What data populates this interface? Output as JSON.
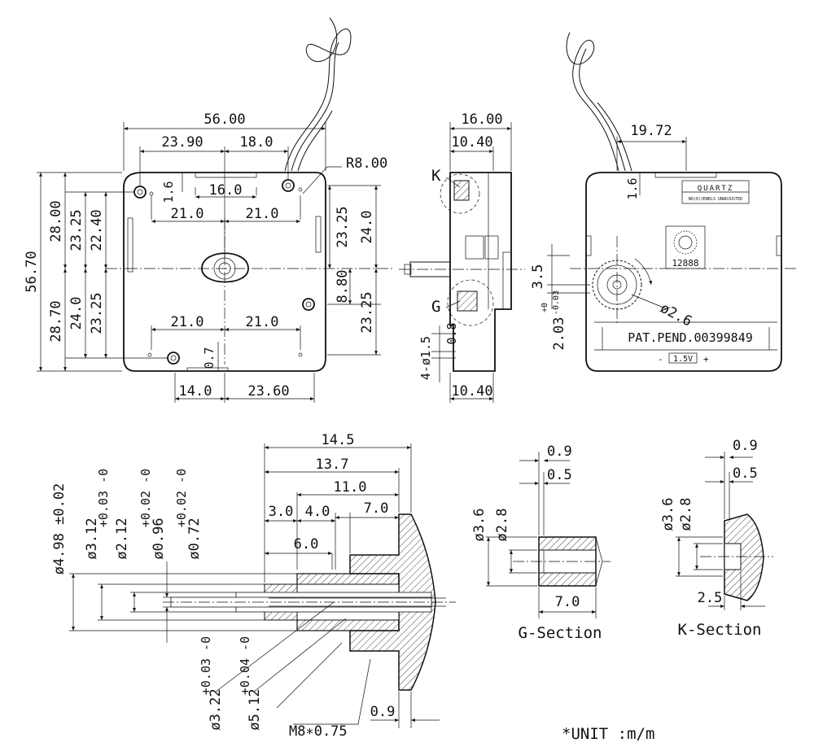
{
  "front_view": {
    "width_total": "56.00",
    "width_left": "23.90",
    "width_right": "18.0",
    "r8": "R8.00",
    "d16": "16.0",
    "d1_6": "1.6",
    "d21_tl": "21.0",
    "d21_tr": "21.0",
    "d21_bl": "21.0",
    "d21_br": "21.0",
    "h_total": "56.70",
    "h_upper": "28.00",
    "h_lower": "28.70",
    "h_2325_l1": "23.25",
    "h_2240": "22.40",
    "h_240_l": "24.0",
    "h_2325_l2": "23.25",
    "h_2325_r1": "23.25",
    "h_240_r": "24.0",
    "h_880": "8.80",
    "h_2325_r2": "23.25",
    "d0_7": "0.7",
    "b14": "14.0",
    "b2360": "23.60"
  },
  "side_view": {
    "w16": "16.00",
    "w1040_top": "10.40",
    "w1040_bot": "10.40",
    "label_k": "K",
    "label_g": "G",
    "d0_8": "0.8",
    "d_holes": "4-ø1.5"
  },
  "back_view": {
    "w1972": "19.72",
    "d1_6": "1.6",
    "brand": "QUARTZ",
    "brand_sub": "NO(0)JEWELS UNADJUSTED",
    "model": "12888",
    "patent": "PAT.PEND.00399849",
    "battery": "1.5V",
    "battery_minus": "-",
    "battery_plus": "+",
    "d3_5": "3.5",
    "d2_6": "ø2.6",
    "d2_03": "2.03",
    "tol_plus": "+0",
    "tol_minus": "-0.03"
  },
  "shaft_view": {
    "l145": "14.5",
    "l137": "13.7",
    "l110": "11.0",
    "l70": "7.0",
    "l30": "3.0",
    "l40": "4.0",
    "l60": "6.0",
    "d498": "ø4.98 ±0.02",
    "d312": "ø3.12",
    "d312_tol": "+0.03 -0",
    "d212": "ø2.12",
    "d096": "ø0.96",
    "d096_tol": "+0.02 -0",
    "d072": "ø0.72",
    "d072_tol": "+0.02 -0",
    "d322": "ø3.22",
    "d322_tol": "+0.03 -0",
    "d512": "ø5.12",
    "d512_tol": "+0.04 -0",
    "thread": "M8∗0.75",
    "l09": "0.9"
  },
  "g_section": {
    "title": "G-Section",
    "d09": "0.9",
    "d05": "0.5",
    "d36": "ø3.6",
    "d28": "ø2.8",
    "l70": "7.0"
  },
  "k_section": {
    "title": "K-Section",
    "d09": "0.9",
    "d05": "0.5",
    "d36": "ø3.6",
    "d28": "ø2.8",
    "l25": "2.5"
  },
  "unit_note": "*UNIT :m/m"
}
